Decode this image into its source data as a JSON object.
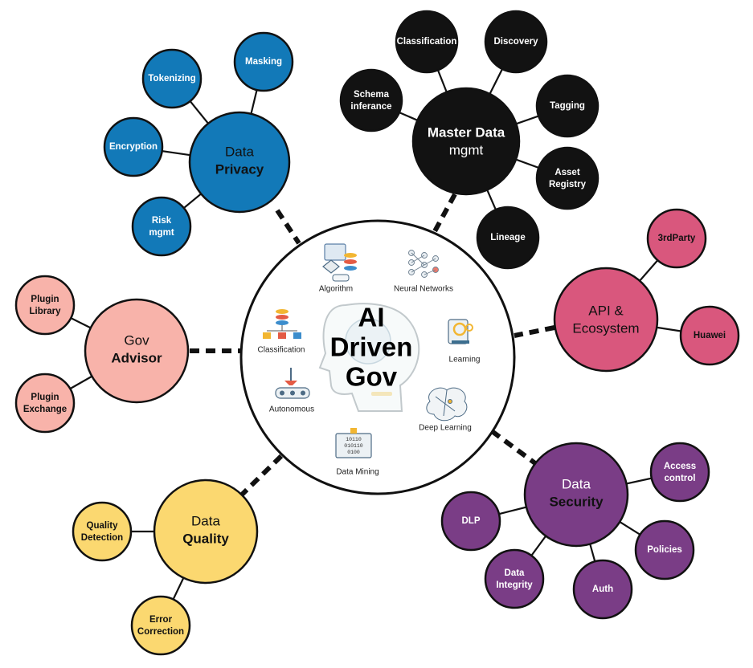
{
  "center": {
    "title_lines": [
      "AI",
      "Driven",
      "Gov"
    ],
    "icons": {
      "algorithm": "Algorithm",
      "neural_networks": "Neural Networks",
      "classification": "Classification",
      "learning": "Learning",
      "autonomous": "Autonomous",
      "deep_learning": "Deep Learning",
      "data_mining": "Data Mining"
    }
  },
  "clusters": {
    "privacy": {
      "color": "#1279b8",
      "hub_lines": [
        "Data",
        "Privacy"
      ],
      "satellites": [
        "Masking",
        "Tokenizing",
        "Encryption",
        "Risk mgmt"
      ]
    },
    "master": {
      "color": "#121212",
      "hub_lines": [
        "Master Data",
        "mgmt"
      ],
      "satellites": [
        "Classification",
        "Discovery",
        "Schema inferance",
        "Tagging",
        "Asset Registry",
        "Lineage"
      ]
    },
    "api": {
      "color": "#d9577d",
      "hub_lines": [
        "API &",
        "Ecosystem"
      ],
      "satellites": [
        "3rdParty",
        "Huawei"
      ]
    },
    "advisor": {
      "color": "#f8b3aa",
      "hub_lines": [
        "Gov",
        "Advisor"
      ],
      "satellites": [
        "Plugin Library",
        "Plugin Exchange"
      ]
    },
    "security": {
      "color": "#7a3d86",
      "hub_lines": [
        "Data",
        "Security"
      ],
      "satellites": [
        "Access control",
        "DLP",
        "Policies",
        "Data Integrity",
        "Auth"
      ]
    },
    "quality": {
      "color": "#fbd870",
      "hub_lines": [
        "Data",
        "Quality"
      ],
      "satellites": [
        "Quality Detection",
        "Error Correction"
      ]
    }
  }
}
